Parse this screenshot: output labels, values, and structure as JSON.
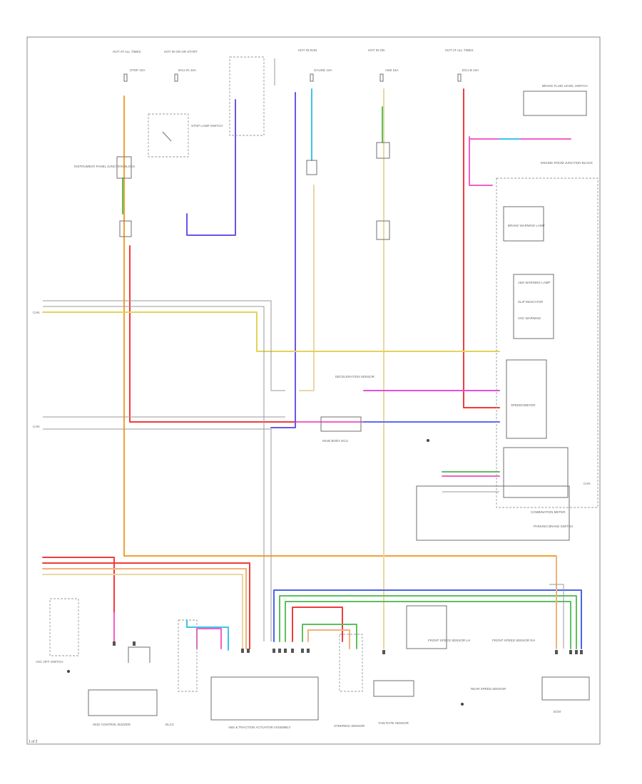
{
  "diagram": {
    "page_number": "1 of 2",
    "top_sources": [
      "HOT AT ALL TIMES",
      "HOT IN ON OR START",
      "HOT IN RUN",
      "HOT IN ON",
      "HOT AT ALL TIMES"
    ],
    "fuse_labels": [
      "STOP 10A",
      "ECU-IG 10A",
      "GAUGE 10A",
      "AM2 15A",
      "ECU-B 10A"
    ],
    "components": {
      "stop_lamp_switch": "STOP LAMP SWITCH",
      "junction_block_left": "INSTRUMENT PANEL JUNCTION BLOCK",
      "junction_block_right": "ENGINE ROOM JUNCTION BLOCK",
      "combination_meter": "COMBINATION METER",
      "main_body_ecu": "MAIN BODY ECU",
      "brake_warning_lamp": "BRAKE WARNING LAMP",
      "abs_warning_lamp": "ABS WARNING LAMP",
      "slip_indicator": "SLIP INDICATOR",
      "vsc_warning": "VSC WARNING",
      "speedometer": "SPEEDOMETER",
      "parking_brake_switch": "PARKING BRAKE SWITCH",
      "brake_fluid_level_switch": "BRAKE FLUID LEVEL SWITCH",
      "front_speed_sensor_lh": "FRONT SPEED SENSOR LH",
      "front_speed_sensor_rh": "FRONT SPEED SENSOR RH",
      "rear_speed_sensor": "REAR SPEED SENSOR",
      "abs_actuator": "ABS & TRACTION ACTUATOR ASSEMBLY",
      "steering_sensor": "STEERING SENSOR",
      "yaw_rate_sensor": "YAW RATE SENSOR",
      "decel_sensor": "DECELERATION SENSOR",
      "ecm": "ECM",
      "skid_control_buzzer": "SKID CONTROL BUZZER",
      "vsc_off_switch": "VSC OFF SWITCH",
      "dlc3": "DLC3"
    },
    "side_notes": [
      "CAN",
      "CAN",
      "CAN"
    ],
    "wire_colors": {
      "orange": "#f4a030",
      "red": "#ef3b3b",
      "pink": "#f060c8",
      "violet": "#6a55e6",
      "blue": "#4a64e8",
      "lightblue": "#3cc4e8",
      "green": "#5cc05c",
      "yellow": "#e3d35a",
      "tan": "#e9d7a3",
      "peach": "#f2b27a",
      "gray": "#9a9a9a"
    }
  }
}
